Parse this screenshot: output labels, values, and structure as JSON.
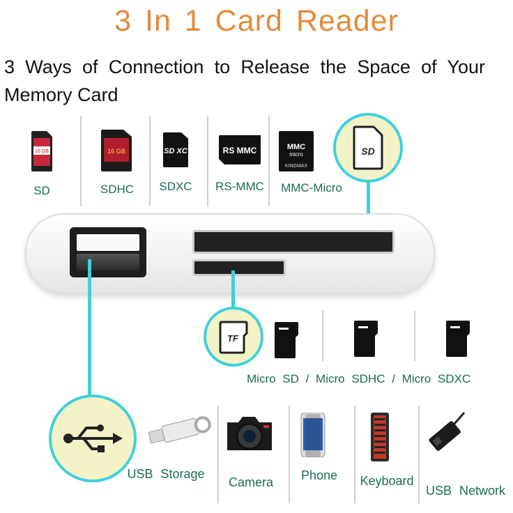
{
  "title": "3 In 1 Card Reader",
  "subtitle": "3 Ways of Connection to Release the Space of Your Memory Card",
  "cards": [
    {
      "label": "SD",
      "icon": "sd-card-icon"
    },
    {
      "label": "SDHC",
      "icon": "sdhc-card-icon"
    },
    {
      "label": "SDXC",
      "icon": "sdxc-card-icon"
    },
    {
      "label": "RS-MMC",
      "icon": "rs-mmc-card-icon"
    },
    {
      "label": "MMC-Micro",
      "icon": "mmc-micro-card-icon"
    }
  ],
  "card_texts": {
    "sd_capacity": "16 GB",
    "sdhc_capacity": "16 GB",
    "sdxc_logo": "SD XC",
    "rsmmc_logo": "RS MMC",
    "mmc_logo": "MMC",
    "mmc_micro": "micro",
    "kingmax": "KINGMAX"
  },
  "sd_callout": "SD",
  "tf_callout": "TF",
  "micro_cards": {
    "label": "Micro SD / Micro SDHC / Micro SDXC",
    "items": [
      "micro-sd-icon",
      "micro-sdhc-icon",
      "micro-sdxc-icon"
    ]
  },
  "devices": [
    {
      "label": "USB Storage",
      "icon": "usb-flash-drive-icon"
    },
    {
      "label": "Camera",
      "icon": "camera-icon"
    },
    {
      "label": "Phone",
      "icon": "phone-icon"
    },
    {
      "label": "Keyboard",
      "icon": "keyboard-icon"
    },
    {
      "label": "USB Network",
      "icon": "usb-network-adapter-icon"
    }
  ],
  "colors": {
    "title": "#e58a3a",
    "label": "#1a6e4e",
    "callout_fill": "#f4f3c8",
    "callout_ring": "#3fd0dd"
  }
}
